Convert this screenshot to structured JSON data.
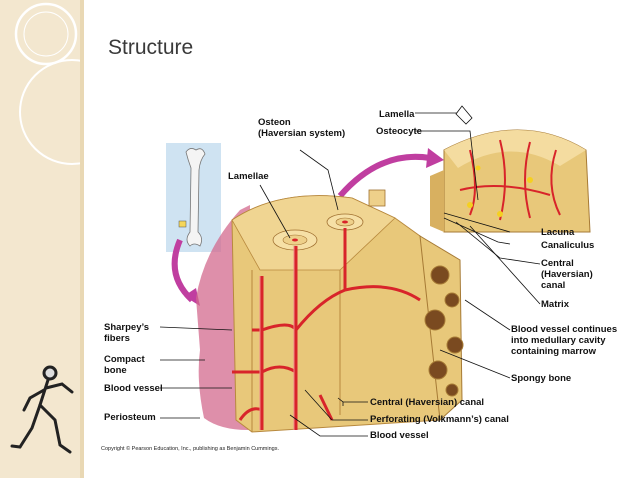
{
  "slide": {
    "title": "Structure",
    "copyright": "Copyright © Pearson Education, Inc., publishing as Benjamin Cummings."
  },
  "labels": {
    "lamella": "Lamella",
    "osteon": "Osteon\n(Haversian system)",
    "osteocyte": "Osteocyte",
    "lamellae": "Lamellae",
    "lacuna": "Lacuna",
    "canaliculus": "Canaliculus",
    "central_canal_right": "Central\n(Haversian)\ncanal",
    "matrix": "Matrix",
    "blood_vessel_continues": "Blood vessel continues\ninto medullary cavity\ncontaining marrow",
    "spongy_bone": "Spongy bone",
    "sharpeys_fibers": "Sharpey’s\nfibers",
    "compact_bone": "Compact\nbone",
    "blood_vessel_left": "Blood vessel",
    "periosteum": "Periosteum",
    "central_canal_bottom": "Central (Haversian) canal",
    "perforating_canal": "Perforating (Volkmann’s) canal",
    "blood_vessel_bottom": "Blood vessel"
  },
  "colors": {
    "bone": "#e8c87a",
    "bone_dark": "#c89a45",
    "vessel": "#d8242a",
    "periosteum": "#d36a8e",
    "arrow": "#c03ea0",
    "inset_bg": "#cfe3f2"
  }
}
